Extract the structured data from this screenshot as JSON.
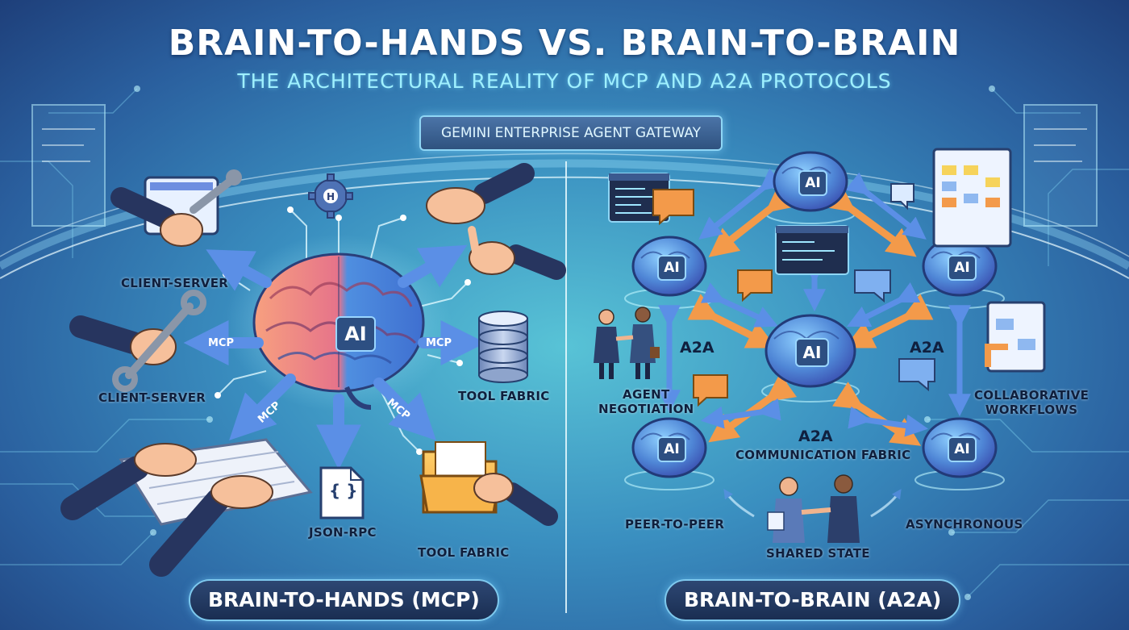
{
  "title": "BRAIN-TO-HANDS VS. BRAIN-TO-BRAIN",
  "subtitle": "THE ARCHITECTURAL REALITY OF MCP AND A2A PROTOCOLS",
  "gateway_label": "GEMINI ENTERPRISE AGENT GATEWAY",
  "left_panel": {
    "title": "BRAIN-TO-HANDS (MCP)",
    "brain_badge": "AI",
    "labels": {
      "client_server_1": "CLIENT-SERVER",
      "client_server_2": "CLIENT-SERVER",
      "tool_fabric_1": "TOOL FABRIC",
      "tool_fabric_2": "TOOL FABRIC",
      "json_rpc": "JSON-RPC"
    },
    "arrow_labels": [
      "MCP",
      "MCP",
      "MCP",
      "MCP"
    ],
    "json_icon_text": "{ }"
  },
  "right_panel": {
    "title": "BRAIN-TO-BRAIN (A2A)",
    "brain_badges": [
      "AI",
      "AI",
      "AI",
      "AI",
      "AI",
      "AI"
    ],
    "labels": {
      "agent_negotiation": [
        "AGENT",
        "NEGOTIATION"
      ],
      "collaborative_workflows": [
        "COLLABORATIVE",
        "WORKFLOWS"
      ],
      "communication_fabric_a2a": "A2A",
      "communication_fabric": "COMMUNICATION FABRIC",
      "peer_to_peer": "PEER-TO-PEER",
      "shared_state": "SHARED STATE",
      "asynchronous": "ASYNCHRONOUS"
    },
    "arrow_labels": [
      "A2A",
      "A2A"
    ]
  },
  "colors": {
    "brain_pink": "#f2927e",
    "brain_blue": "#4f8fe0",
    "arrow_blue": "#5b8fe6",
    "arrow_orange": "#f39a4a",
    "panel_navy": "#1a2e52",
    "glow_cyan": "#8fe8ff"
  }
}
